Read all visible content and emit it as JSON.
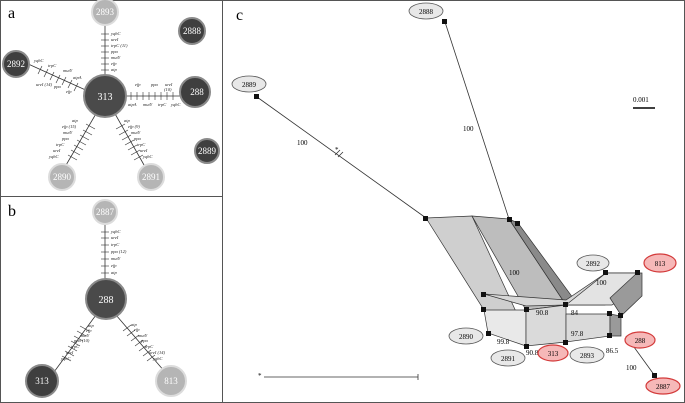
{
  "panels": {
    "a": "a",
    "b": "b",
    "c": "c"
  },
  "panel_a": {
    "center": "313",
    "nodes": [
      "2893",
      "2888",
      "2892",
      "288",
      "2889",
      "2890",
      "2891"
    ],
    "arms": {
      "up": [
        "yqhC",
        "ureI",
        "trpC (11)",
        "ppa",
        "mutY",
        "efp",
        "atp"
      ],
      "left": [
        "yqhC",
        "trpC",
        "mutY",
        "atpA",
        "ureI (14)",
        "ppa",
        "efp"
      ],
      "right": [
        "efp",
        "ppa",
        "ureI",
        "(10)",
        "atpA",
        "mutY",
        "trpC",
        "yqhC"
      ],
      "down_left": [
        "atp",
        "efp (15)",
        "mutY",
        "ppa",
        "trpC",
        "ureI",
        "yqhC"
      ],
      "down_right": [
        "atp",
        "efp (9)",
        "mutY",
        "ppa",
        "trpC",
        "ureI",
        "yqhC"
      ]
    }
  },
  "panel_b": {
    "center": "288",
    "nodes": [
      "2887",
      "313",
      "813"
    ],
    "arms": {
      "up": [
        "yqhC",
        "ureI",
        "trpC",
        "ppa (12)",
        "mutY",
        "efp",
        "atp"
      ],
      "down_left": [
        "atp",
        "efp",
        "mutY",
        "ppa (10)",
        "trpC",
        "ureI",
        "yqhC"
      ],
      "down_right": [
        "atp",
        "efp",
        "mutY",
        "ppa",
        "trpC",
        "ureI (14)",
        "yqhC"
      ]
    }
  },
  "panel_c": {
    "scale": "0.001",
    "nodes_gray": [
      "2888",
      "2889",
      "2892",
      "2890",
      "2891",
      "2893"
    ],
    "nodes_red": [
      "813",
      "313",
      "288",
      "2887"
    ],
    "support": [
      "100",
      "100",
      "100",
      "100",
      "90.8",
      "84",
      "97.8",
      "99.8",
      "90.8",
      "86.5",
      "100"
    ],
    "asterisk": "*"
  },
  "colors": {
    "dark_node": "#3f3f3f",
    "mid_node": "#5a5a5a",
    "light_node": "#a9a9a9",
    "gray_label": "#e8e8e8",
    "red_label": "#f6b8b8",
    "red_border": "#d33a3a"
  }
}
